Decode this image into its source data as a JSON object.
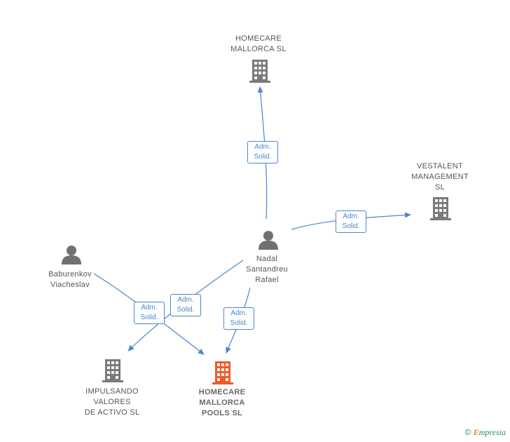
{
  "colors": {
    "edge": "#4a86d0",
    "building": "#7a7a7a",
    "building_highlight": "#f05a28",
    "person": "#707070"
  },
  "nodes": {
    "homecare_mallorca": {
      "name": "HOMECARE\nMALLORCA  SL",
      "icon": "building-icon"
    },
    "vestalent": {
      "name": "VESTALENT\nMANAGEMENT\nSL",
      "icon": "building-icon"
    },
    "nadal": {
      "name": "Nadal\nSantandreu\nRafael",
      "icon": "person-icon"
    },
    "baburenkov": {
      "name": "Baburenkov\nViacheslav",
      "icon": "person-icon"
    },
    "impulsando": {
      "name": "IMPULSANDO\nVALORES\nDE ACTIVO  SL",
      "icon": "building-icon"
    },
    "homecare_pools": {
      "name": "HOMECARE\nMALLORCA\nPOOLS  SL",
      "icon": "building-icon"
    }
  },
  "relations": [
    {
      "line1": "Adm.",
      "line2": "Solid."
    },
    {
      "line1": "Adm.",
      "line2": "Solid."
    },
    {
      "line1": "Adm.",
      "line2": "Solid."
    },
    {
      "line1": "Adm.",
      "line2": "Solid."
    },
    {
      "line1": "Adm.",
      "line2": "Solid."
    }
  ],
  "footer": {
    "copyright_symbol": "©",
    "brand_first": "E",
    "brand_rest": "mpresia"
  }
}
